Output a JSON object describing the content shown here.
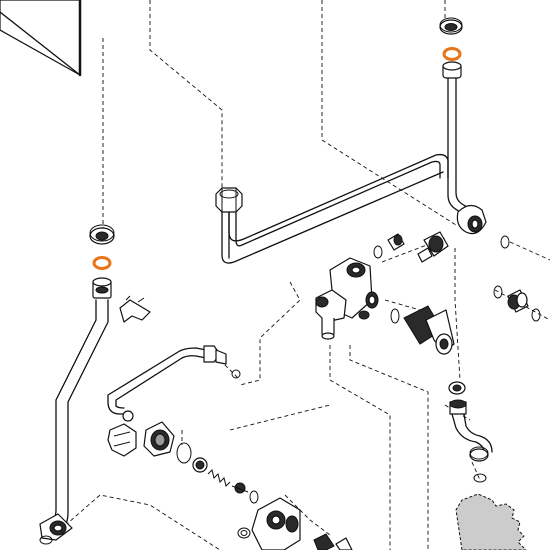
{
  "diagram": {
    "type": "exploded-assembly-drawing",
    "colors": {
      "line": "#111111",
      "background": "#ffffff",
      "highlight_ring": "#e8751a",
      "shaded_area": "#cccccc",
      "part_fill_dark": "#2a2a2a",
      "part_fill_mid": "#9a9a9a"
    },
    "highlighted_parts": [
      "o-ring-upper-right",
      "o-ring-left"
    ]
  }
}
